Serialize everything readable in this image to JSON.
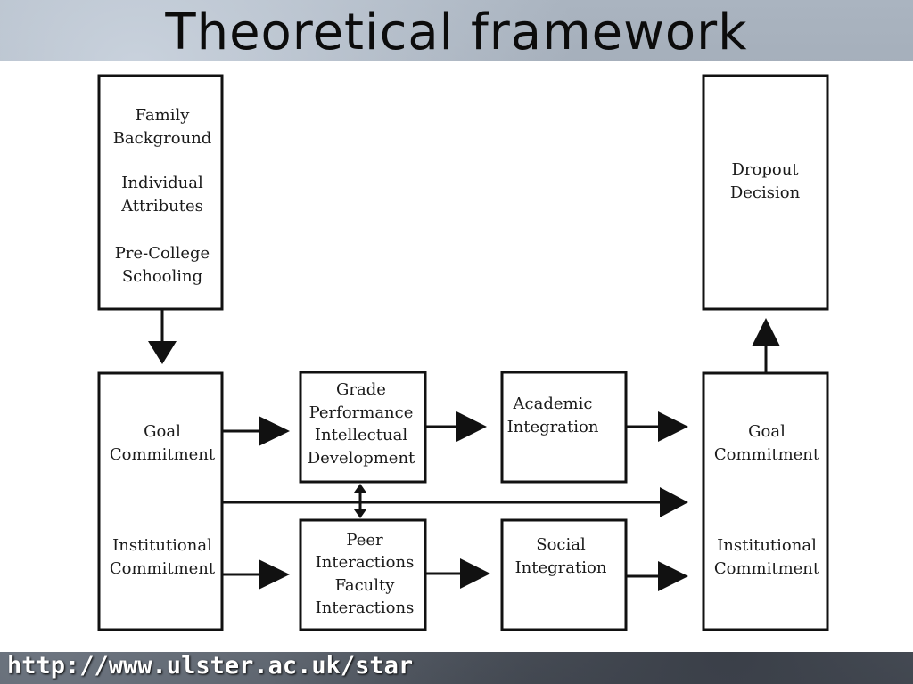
{
  "slide": {
    "title": "Theoretical framework",
    "footer_url": "http://www.ulster.ac.uk/star"
  },
  "diagram": {
    "boxes": {
      "background": [
        "Family",
        "Background",
        "Individual",
        "Attributes",
        "Pre-College",
        "Schooling"
      ],
      "dropout": [
        "Dropout",
        "Decision"
      ],
      "commitments_left": [
        "Goal",
        "Commitment",
        "Institutional",
        "Commitment"
      ],
      "academic_system": [
        "Grade",
        "Performance",
        "Intellectual",
        "Development"
      ],
      "social_system": [
        "Peer",
        "Interactions",
        "Faculty",
        "Interactions"
      ],
      "academic_integration": [
        "Academic",
        "Integration"
      ],
      "social_integration": [
        "Social",
        "Integration"
      ],
      "commitments_right": [
        "Goal",
        "Commitment",
        "Institutional",
        "Commitment"
      ]
    }
  },
  "colors": {
    "stroke": "#111111",
    "panel": "#ffffff"
  }
}
